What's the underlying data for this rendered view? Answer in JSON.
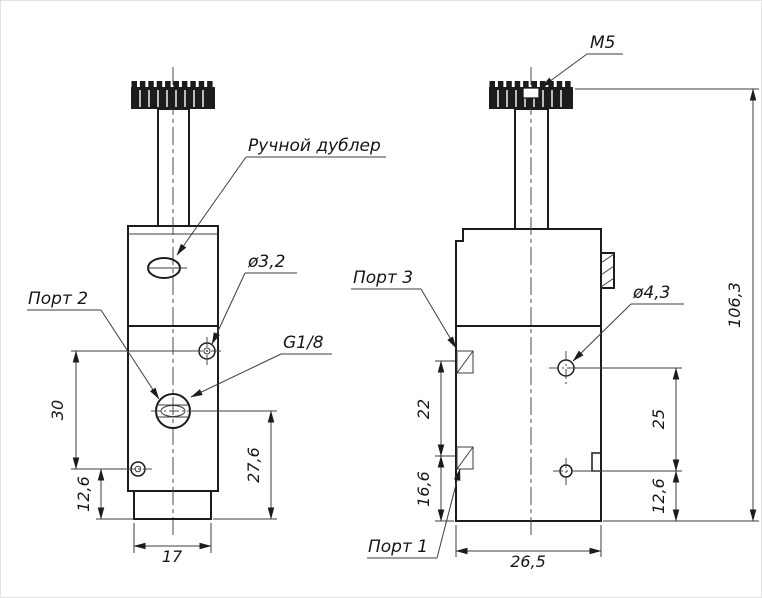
{
  "drawing": {
    "type": "technical-2d-valve-drawing",
    "colors": {
      "line": "#1c1c1c",
      "thin_line": "#3d3d3d",
      "background": "#ffffff"
    },
    "views": {
      "front": {
        "callouts": {
          "manual_override": "Ручной дублер",
          "port2": "Порт 2",
          "hole_dia": "ø3,2",
          "thread": "G1/8"
        },
        "dims": {
          "d30": "30",
          "d12_6": "12,6",
          "d27_6": "27,6",
          "d17": "17"
        }
      },
      "side": {
        "callouts": {
          "thread_top": "M5",
          "port3": "Порт 3",
          "port1": "Порт 1",
          "hole_dia": "ø4,3"
        },
        "dims": {
          "d22": "22",
          "d16_6": "16,6",
          "d25": "25",
          "d12_6": "12,6",
          "d106_3": "106,3",
          "d26_5": "26,5"
        }
      }
    }
  }
}
